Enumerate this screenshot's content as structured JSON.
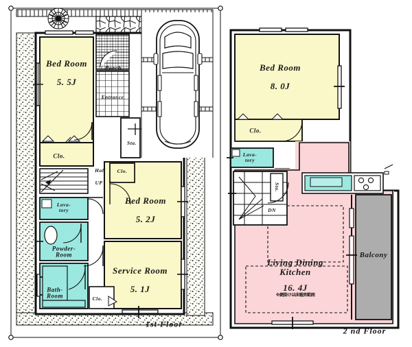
{
  "document": {
    "type": "real-estate-floor-plan",
    "floors": [
      "1st Floor",
      "2nd Floor"
    ]
  },
  "colors": {
    "room_yellow": "#FAF8C8",
    "room_pink": "#FBD5D8",
    "room_cyan": "#9BE8E0",
    "balcony_gray": "#AFAFAF",
    "wall_black": "#000000",
    "paper_white": "#FFFFFF",
    "gravel_stipple": "#FDFDF5"
  },
  "floor1": {
    "tag": "1st Floor",
    "rooms": [
      {
        "name": "bedroom-55j",
        "label": "Bed Room",
        "area": "5. 5J",
        "fill": "yellow"
      },
      {
        "name": "bedroom-52j",
        "label": "Bed Room",
        "area": "5. 2J",
        "fill": "yellow"
      },
      {
        "name": "service-room",
        "label": "Service Room",
        "area": "5. 1J",
        "fill": "yellow"
      }
    ],
    "wet_rooms": [
      {
        "name": "lavatory",
        "line1": "Lava-",
        "line2": "tory",
        "fill": "cyan"
      },
      {
        "name": "powder-room",
        "line1": "Powder-",
        "line2": "Room",
        "fill": "cyan"
      },
      {
        "name": "bath-room",
        "line1": "Bath-",
        "line2": "Room",
        "fill": "cyan"
      }
    ],
    "closets": [
      {
        "name": "closet-bedroom-55j",
        "label": "Clo."
      },
      {
        "name": "closet-hall",
        "label": "Clo."
      },
      {
        "name": "closet-bedroom-52j",
        "label": "Clo."
      },
      {
        "name": "closet-service",
        "label": "Clo."
      }
    ],
    "circulation": [
      {
        "name": "porch",
        "label": "Porch"
      },
      {
        "name": "entrance",
        "label": "Entrance"
      },
      {
        "name": "stairs",
        "label": "Sta."
      },
      {
        "name": "hall",
        "label": "Hall"
      },
      {
        "name": "stairs-up",
        "label": "UP"
      }
    ],
    "exterior": [
      {
        "name": "parking-car",
        "label": ""
      },
      {
        "name": "tree-shrub",
        "label": ""
      }
    ]
  },
  "floor2": {
    "tag": "2 nd Floor",
    "rooms": [
      {
        "name": "bedroom-80j",
        "label": "Bed Room",
        "area": "8. 0J",
        "fill": "yellow"
      },
      {
        "name": "living-dining-kitchen",
        "label1": "Living Dining",
        "label2": "Kitchen",
        "area": "16. 4J",
        "note_jp": "※網掛けは床暖房範囲",
        "fill": "pink"
      }
    ],
    "wet_rooms": [
      {
        "name": "lavatory-2f",
        "line1": "Lava-",
        "line2": "tory",
        "fill": "cyan"
      }
    ],
    "closets": [
      {
        "name": "closet-bedroom-80j",
        "label": "Clo."
      }
    ],
    "circulation": [
      {
        "name": "stairs-2f",
        "label": "Sta."
      },
      {
        "name": "stairs-down",
        "label": "DN"
      }
    ],
    "features": [
      {
        "name": "balcony",
        "label": "Balcony",
        "fill": "gray"
      },
      {
        "name": "kitchen-sink",
        "label": "",
        "fill": "cyan"
      },
      {
        "name": "kitchen-stove",
        "label": ""
      }
    ]
  }
}
